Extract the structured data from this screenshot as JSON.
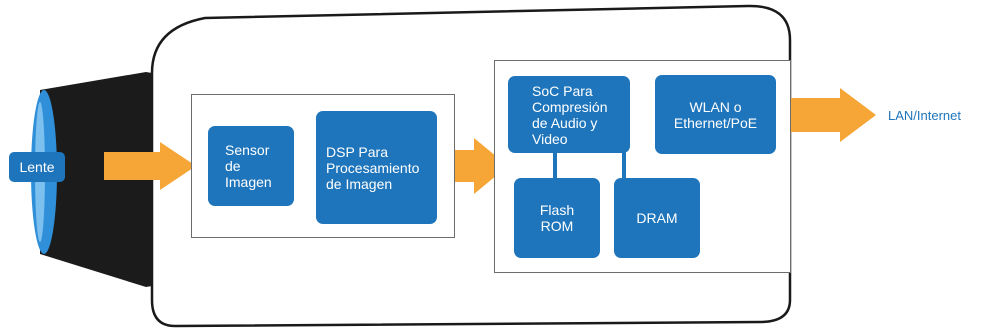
{
  "colors": {
    "block_fill": "#1f75bb",
    "arrow": "#f5a637",
    "frame_border": "#6d6d6d",
    "body_outline": "#1a1a1a",
    "lens_dark": "#1b1b1b",
    "lens_blue": "#2f8fd8",
    "output_text": "#1f75bb"
  },
  "diagram": {
    "lens_label": "Lente",
    "sensor_label": "Sensor\nde\nImagen",
    "dsp_label": "DSP Para\nProcesamiento\nde Imagen",
    "soc_label": "SoC Para\nCompresión\nde Audio y\nVideo",
    "wlan_label": "WLAN o\nEthernet/PoE",
    "flash_label": "Flash\nROM",
    "dram_label": "DRAM",
    "output_label": "LAN/Internet"
  }
}
